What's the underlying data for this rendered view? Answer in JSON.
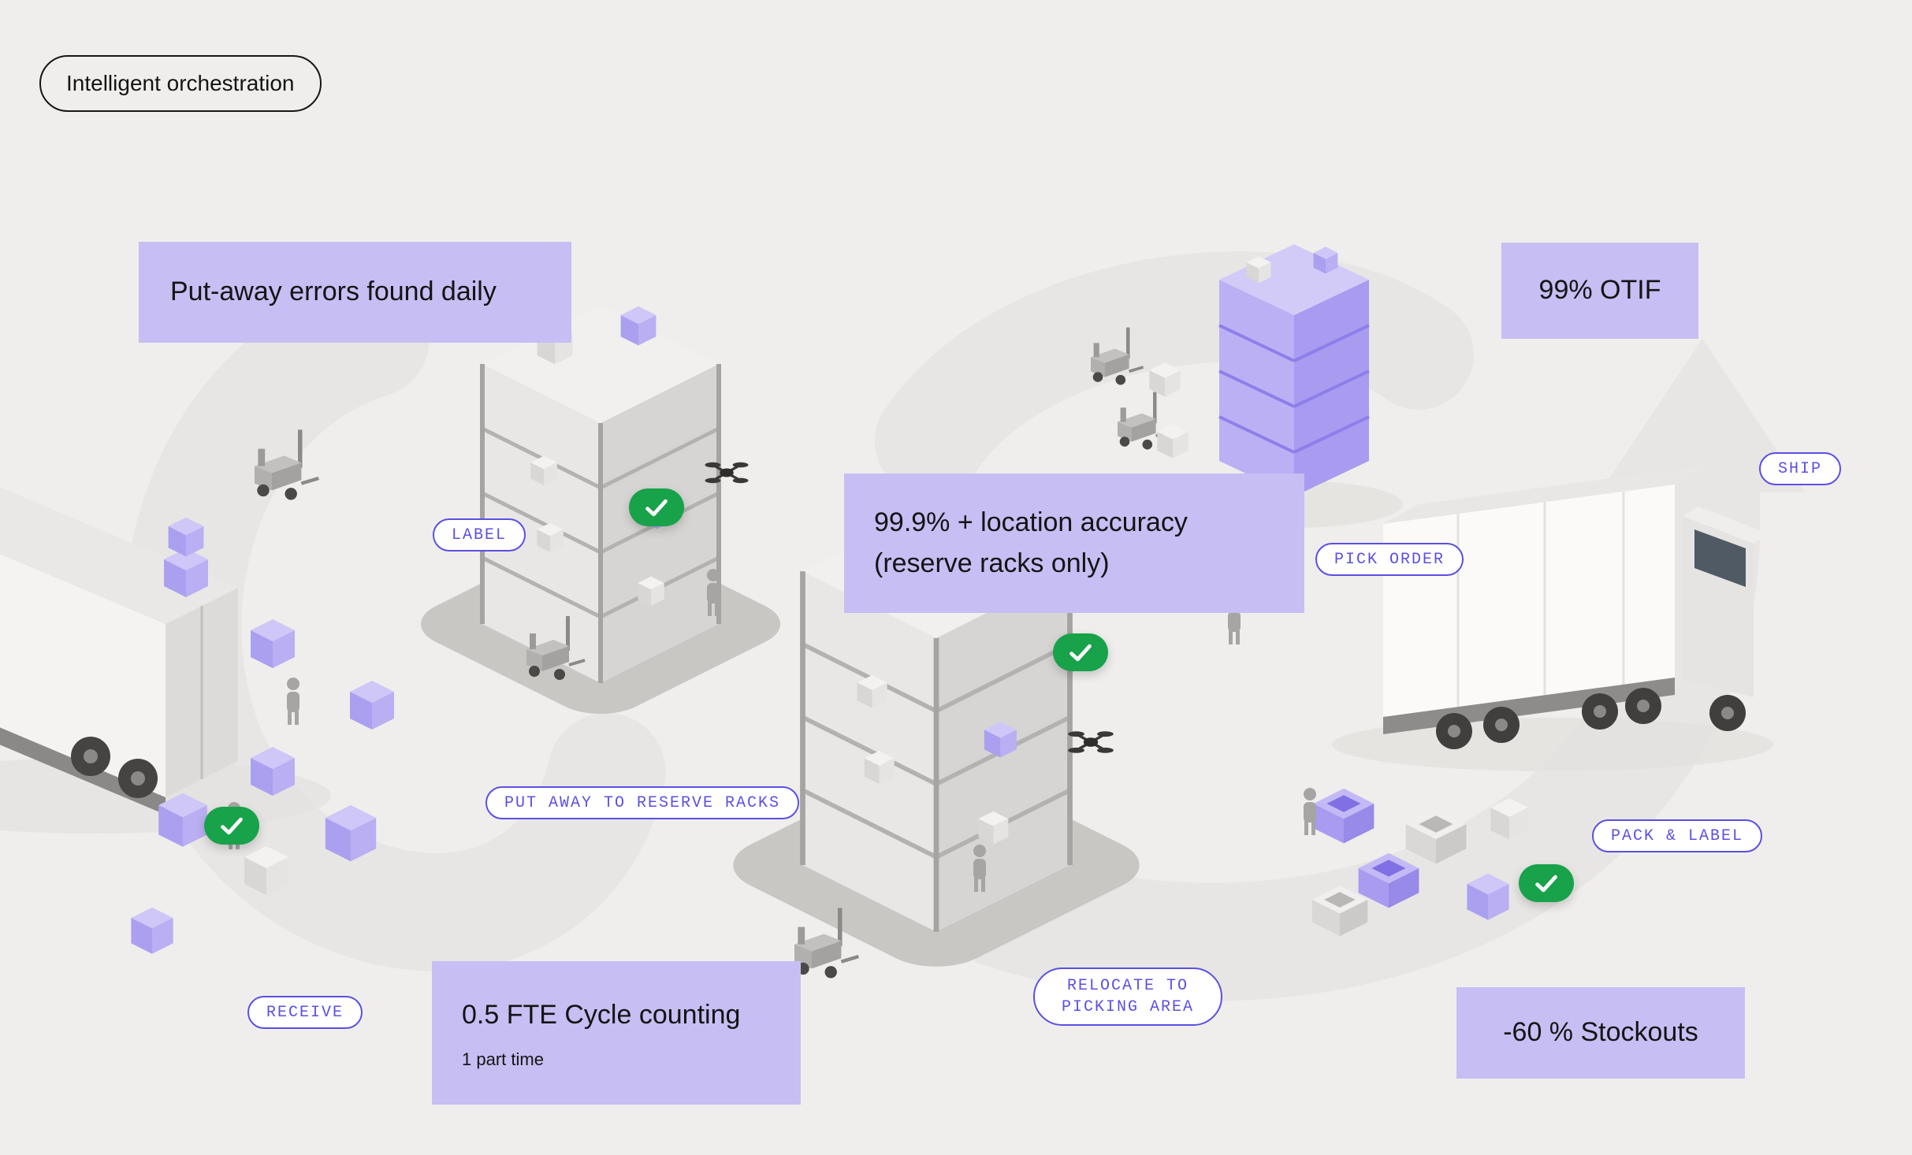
{
  "colors": {
    "background": "#efeeec",
    "callout_background": "#c7bef3",
    "accent_purple": "#5b4fe3",
    "text_dark": "#141414",
    "check_green": "#18a24a",
    "illustration_purple": "#b4a9f1",
    "illustration_gray": "#d8d7d5"
  },
  "icons": {
    "check": "✓"
  },
  "header_badge": {
    "label": "Intelligent orchestration"
  },
  "callouts": {
    "putaway_errors": {
      "text": "Put-away errors found daily"
    },
    "otif": {
      "text": "99% OTIF"
    },
    "location_accuracy": {
      "line1": "99.9% + location accuracy",
      "line2": "(reserve racks only)"
    },
    "cycle_counting": {
      "title": "0.5 FTE Cycle counting",
      "subtitle": "1 part time"
    },
    "stockouts": {
      "text": "-60 % Stockouts"
    }
  },
  "process_steps": {
    "receive": {
      "label": "RECEIVE"
    },
    "label": {
      "label": "LABEL"
    },
    "put_away": {
      "label": "PUT AWAY TO RESERVE RACKS"
    },
    "relocate": {
      "line1": "RELOCATE TO",
      "line2": "PICKING AREA"
    },
    "pick_order": {
      "label": "PICK ORDER"
    },
    "pack_label": {
      "label": "PACK & LABEL"
    },
    "ship": {
      "label": "SHIP"
    }
  }
}
